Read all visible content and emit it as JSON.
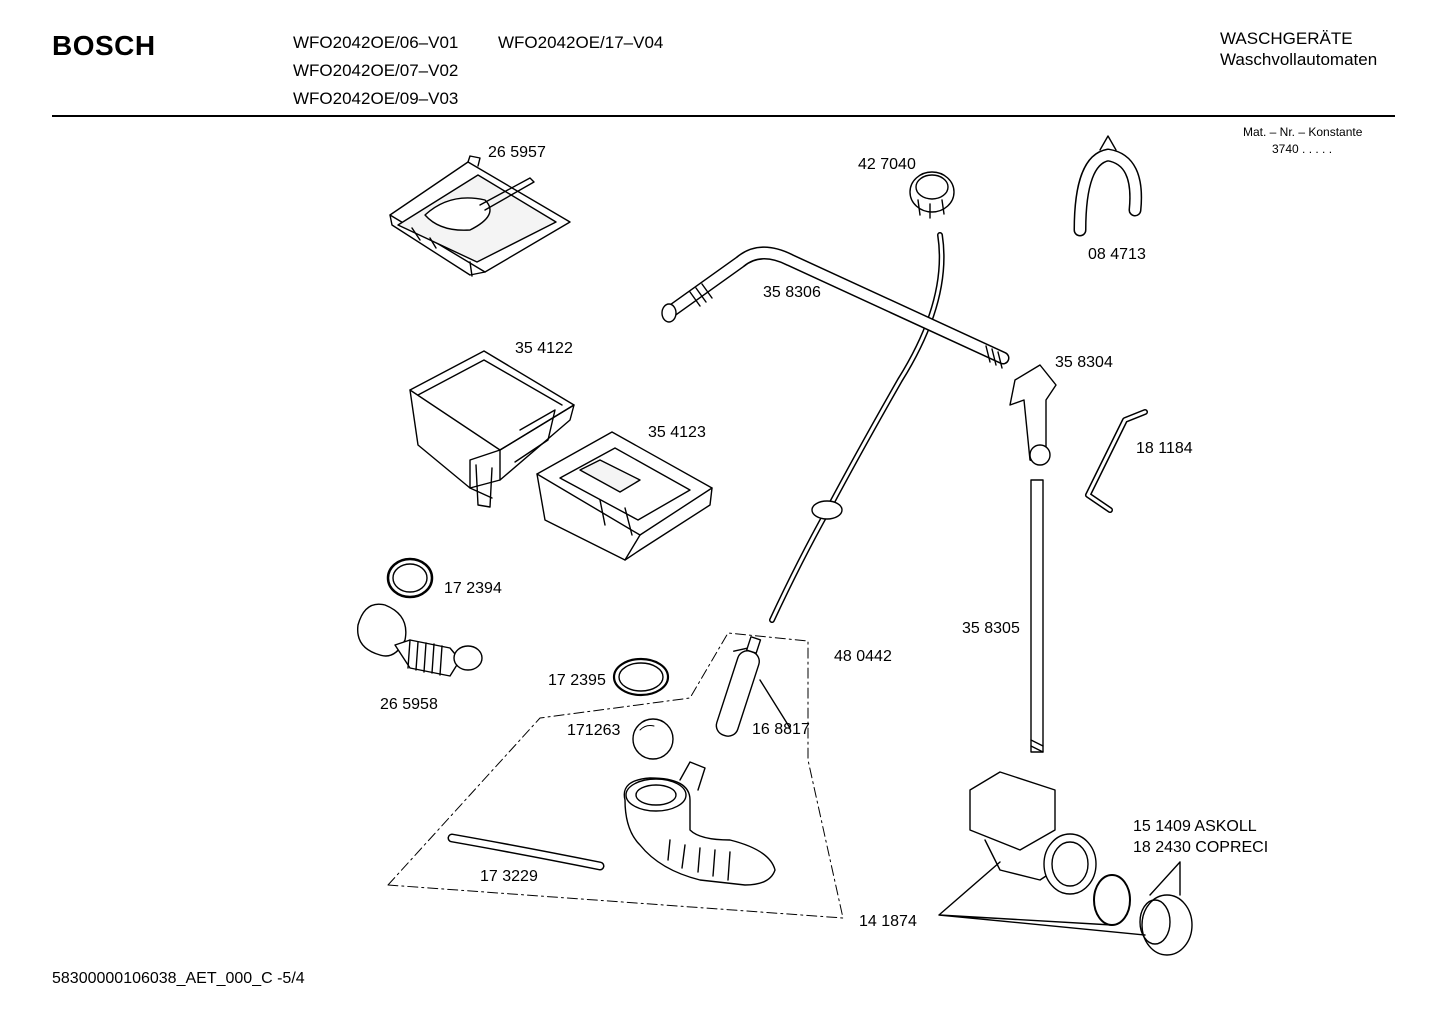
{
  "header": {
    "brand": "BOSCH",
    "models": [
      "WFO2042OE/06–V01",
      "WFO2042OE/07–V02",
      "WFO2042OE/09–V03",
      "WFO2042OE/17–V04"
    ],
    "category_line1": "WASCHGERÄTE",
    "category_line2": "Waschvollautomaten"
  },
  "material": {
    "title": "Mat. – Nr. – Konstante",
    "value": "3740  .   .   .   .   ."
  },
  "parts": {
    "p265957": "26 5957",
    "p354122": "35 4122",
    "p354123": "35 4123",
    "p172394": "17 2394",
    "p265958": "26 5958",
    "p172395": "17 2395",
    "p171263": "171263",
    "p168817": "16 8817",
    "p173229": "17 3229",
    "p427040": "42 7040",
    "p358306": "35 8306",
    "p480442": "48 0442",
    "p084713": "08 4713",
    "p358304": "35 8304",
    "p181184": "18 1184",
    "p358305": "35 8305",
    "p151409": "15 1409  ASKOLL",
    "p182430": "18 2430  COPRECI",
    "p141874": "14 1874"
  },
  "footer": {
    "code": "58300000106038_AET_000_C -5/4"
  }
}
